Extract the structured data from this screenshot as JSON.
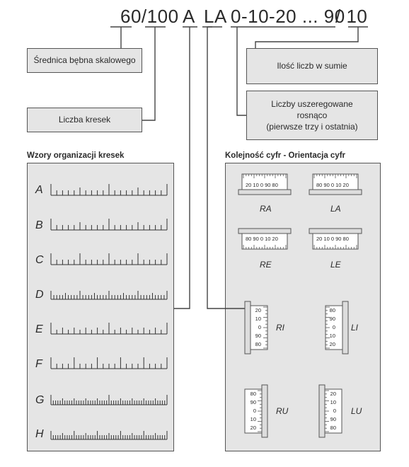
{
  "code": {
    "part1": "60/100",
    "part2": "A",
    "part3": "LA",
    "part4": "0-10-20 ... 90",
    "part5": "/ 10"
  },
  "boxes": {
    "diameter": "Średnica bębna skalowego",
    "count": "Liczba kresek",
    "numbers_in_sum": "Ilość liczb w sumie",
    "sorted_numbers": "Liczby uszeregowane\nrosnąco\n(pierwsze trzy i ostatnia)"
  },
  "patterns_panel": {
    "title": "Wzory organizacji kresek",
    "labels": [
      "A",
      "B",
      "C",
      "D",
      "E",
      "F",
      "G",
      "H"
    ]
  },
  "orientation_panel": {
    "title": "Kolejność cyfr - Orientacja cyfr",
    "RA": {
      "label": "RA",
      "digits": "20 10 0 90 80"
    },
    "LA": {
      "label": "LA",
      "digits": "80 90 0 10 20"
    },
    "RE": {
      "label": "RE",
      "digits": "80 90 0 10 20"
    },
    "LE": {
      "label": "LE",
      "digits": "20 10 0 90 80"
    },
    "RI": {
      "label": "RI",
      "digits": [
        "20",
        "10",
        "0",
        "90",
        "80"
      ]
    },
    "LI": {
      "label": "LI",
      "digits": [
        "80",
        "90",
        "0",
        "10",
        "20"
      ]
    },
    "RU": {
      "label": "RU",
      "digits": [
        "80",
        "90",
        "0",
        "10",
        "20"
      ]
    },
    "LU": {
      "label": "LU",
      "digits": [
        "20",
        "10",
        "0",
        "90",
        "80"
      ]
    }
  }
}
